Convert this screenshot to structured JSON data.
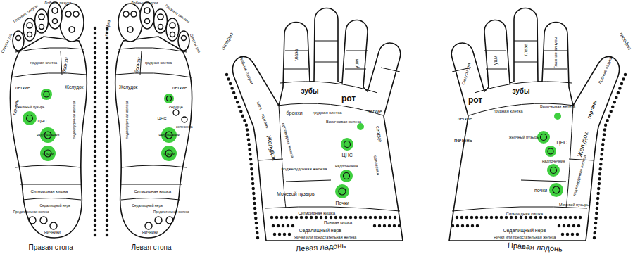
{
  "diagram": {
    "nodes": [
      {
        "text": [
          "Правая стопа"
        ]
      },
      {
        "text": [
          "Левая стопа"
        ]
      },
      {
        "text": [
          "Левая ладонь"
        ]
      },
      {
        "text": [
          "Правая ладонь"
        ]
      }
    ],
    "labels": [
      "Лобные пазухи",
      "Глазные синусы",
      "Синусы уха",
      "бронхи",
      "грудная клетка",
      "легкие",
      "Желудок",
      "печень",
      "желчный пузырь",
      "ЦНС",
      "надпочечники",
      "почки",
      "поджелудочная железа",
      "Сигмоидная кишка",
      "Седалищный нерв",
      "Предстательная железа",
      "Яичники",
      "гипофиз",
      "Лобные пазухи",
      "Глазные синусы",
      "Синусы уха",
      "бронхи",
      "грудная клетка",
      "легкие",
      "Желудок",
      "сердце",
      "ЦНС",
      "селезенка",
      "надпочечник",
      "почки",
      "поджелудочная железа",
      "Сигмоидная кишка",
      "Седалищный нерв",
      "Предстательная железа",
      "Яичники",
      "гипофиз",
      "Лобные пазухи",
      "глаза",
      "уши",
      "зубы",
      "рот",
      "бронхи",
      "грудная клетка",
      "шея",
      "гортань",
      "Желудок",
      "щитовидная железа",
      "легкие",
      "Вилочковая железа",
      "сердце",
      "ЦНС",
      "селезенка",
      "надпочечник",
      "поджелудочная железа",
      "Почки",
      "Мочевой пузырь",
      "Сигмоидная кишка",
      "Прямая кишка",
      "Седалищный нерв",
      "Яички или предстательная железа",
      "Синусы уха",
      "уши",
      "глаза",
      "Глазные синусы",
      "Лобные пазухи",
      "гипофиз",
      "зубы",
      "рот",
      "гортань",
      "легкие",
      "грудная клетка",
      "Вилочковая железа",
      "Желудок",
      "печень",
      "желчный пузырь",
      "ЦНС",
      "надпочечник",
      "почки",
      "поджелудочная железа",
      "Мочевой пузырь",
      "Сигмоидная кишка",
      "Седалищный нерв",
      "Яички или предстательная железа"
    ]
  }
}
